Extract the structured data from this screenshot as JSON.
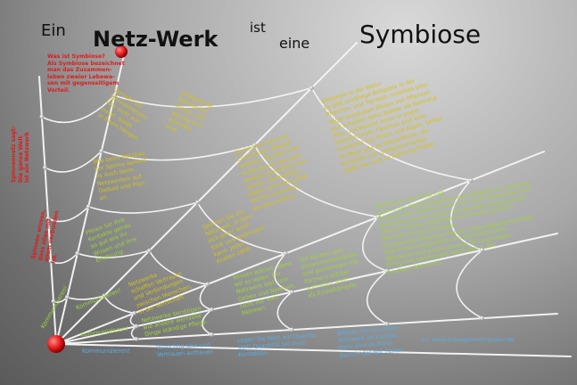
{
  "title": {
    "w1": "Ein",
    "w2": "Netz-Werk",
    "w3": "ist",
    "w4": "eine",
    "w5": "Symbiose"
  },
  "colors": {
    "yellow": "#d6c21a",
    "green": "#9fd43c",
    "red": "#e01b1b",
    "blue": "#5aaee6",
    "node": "#e11b1b"
  },
  "red_texts": {
    "definition": "Was ist Symbiose?\nAls Symbiose bezeichnet\nman das Zusammen-\nleben zweier Lebewe-\nsen mit gegenseitigem\nVorteil.",
    "side_upper": "Spinnennetz sagt:\nDie ganze Welt\nist ein Netzwerk",
    "side_lower": "Spinnen wissen,\ndass alles mit\nallem verbunden\nist."
  },
  "spoke_labels": {
    "s1": "Kommunizieren!",
    "s2": "Kommunizieren!",
    "s3": "Kommunizieren!",
    "s4": "Kommunizieren!"
  },
  "yellow_texts": {
    "a1": "Vorsicht vor\nSpinnennetzen:\nWer nicht auf-\npasst, bleibt\nin ihnen hängen.",
    "a2": "Erfolgreiche\nNetzwerker\nwissen, wie\nwichtig ihre\nKontakte\nsind.",
    "b1": "Wie beim Netzbau\nder Spinne kommt\nes auch beim\nNetzwerken auf\nGeduld und Plan\nan.",
    "c1": "Sie können sich mit\nLieferanten, Wettbe-\nwerbern, Kunden oder\nInstitutionen aus ganz\nanderen Bereichen ver-\nnetzen. Gemeinsam\nlassen sich viele Ziele\nleichter erreichen,\nals ganz alleine.",
    "d1": "Beispiele in der Natur\nEs gibt unzählige Beispiele in der\nPflanzen- und Tierwelt. Insekten oder\nVögel bestäuben Blüten von Pflanzen\nund erhalten dafür Nektar als Nahrung.\nPilze und Bäume leben in enger\nGemeinschaft, Flechten sind eine\nSymbiose aus Pilzen und Algen. Selbst\nim Meer gibt es Putzerfische, die\nParasiten von größeren Fischen\nentfernen und so Nahrung finden.",
    "e1": "Spinnen Sie ein\nNetzwerk, in dem\nsich jeder wohl-\nfühlt und einbringen\nkann. Jeder\nKnoten zählt.",
    "f1": "Netzwerke\nschaffen Vertrauen\nund Verbindungen\nzwischen Menschen,\nin der Wirtschaft."
  },
  "green_texts": {
    "g1": "Pfelen Sie Ihre\nKontakte genau\nso gut wie Ihr\nWissen und Ihre\nErfahrung.",
    "g2": "Netzwerke benötigen\nwie andere wertvolle\nDinge ständige Pflege.",
    "g3": "Wissen wächst, wenn\nwir es teilen. Ein\nNetzwerk lebt vom\nGeben und Nehmen,\nnicht nur vom\nNehmen.",
    "g4": "Sie können sich\nzusammenschließen\nund gemeinsam mit\nPartnern stärker\nauftreten, statt\nals Einzelkämpfer.",
    "g5": "Beispiele in der Wirtschaft\nAuch in der Wirtschaft gibt es viele Beispiele für Symbiose.\nUnternehmen arbeiten zusammen, teilen Ressourcen und\nprofitieren von den Stärken der anderen. Kooperationen\nzwischen Firmen, Zulieferern und Kunden schaffen\nMehrwert für alle Beteiligten.\nGemeinsame Werbung, Messen, Einkaufsgemeinschaften\noder Forschungsprojekte sind typische Formen.\nNetzwerke sind das Fundament für langfristigen\nErfolg und nachhaltiges Wachstum in der\nheutigen Wirtschaft."
  },
  "blue_texts": {
    "h1": "Vorsichtig sein und\nVertrauen aufbauen",
    "h2": "Legen Sie Wert auf Qualität\nstatt Quantität bei Ihren\nKontakten.",
    "h3": "Bleiben Sie mit Ihrem\nNetzwerk im Kontakt,\ndann wird es Ihnen\nauch in der Not helfen.",
    "h4": "(c) www.management-poster.de"
  }
}
